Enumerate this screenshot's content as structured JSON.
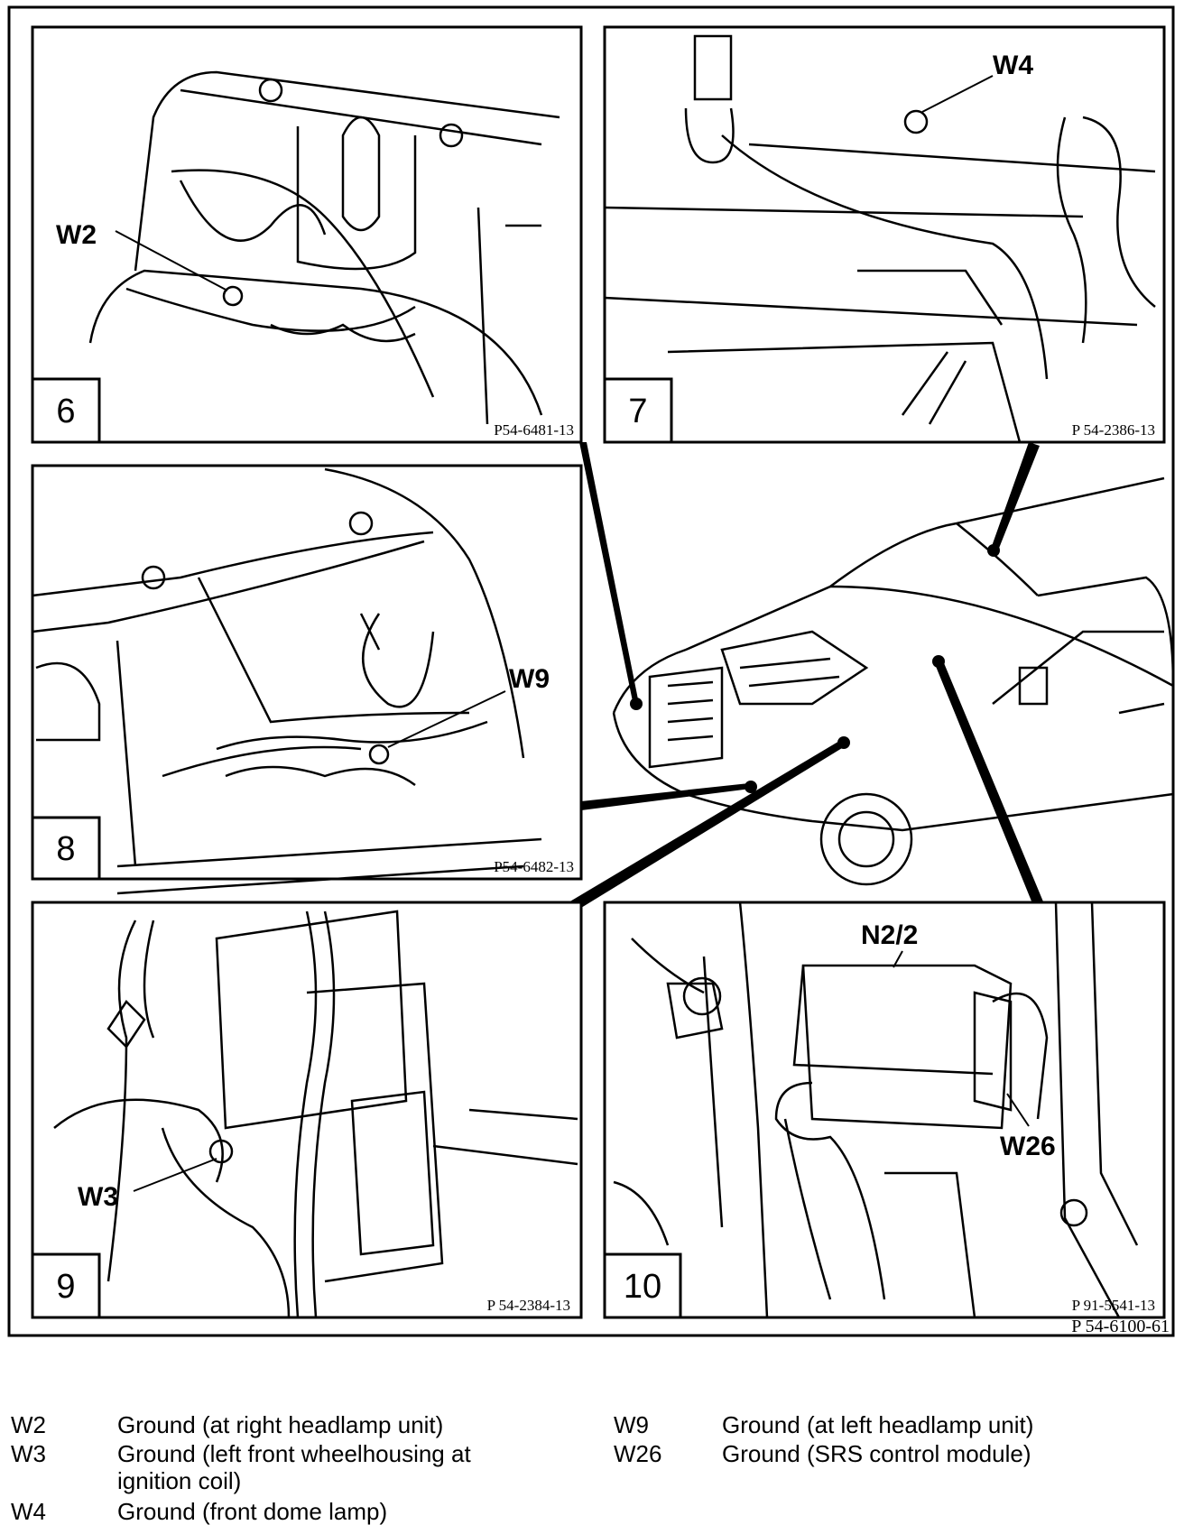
{
  "panels": [
    {
      "number": "6",
      "ref": "P54-6481-13",
      "callout": "W2"
    },
    {
      "number": "7",
      "ref": "P 54-2386-13",
      "callout": "W4"
    },
    {
      "number": "8",
      "ref": "P54-6482-13",
      "callout": "W9"
    },
    {
      "number": "9",
      "ref": "P 54-2384-13",
      "callout": "W3"
    },
    {
      "number": "10",
      "ref": "P 91-5541-13",
      "callout": "W26",
      "callout2": "N2/2"
    }
  ],
  "figure_ref": "P 54-6100-61",
  "legend": [
    {
      "code": "W2",
      "description": "Ground (at right headlamp unit)"
    },
    {
      "code": "W3",
      "description": "Ground (left front wheelhousing at ignition coil)"
    },
    {
      "code": "W4",
      "description": "Ground (front dome lamp)"
    },
    {
      "code": "W9",
      "description": "Ground (at left headlamp unit)"
    },
    {
      "code": "W26",
      "description": "Ground (SRS control module)"
    }
  ]
}
